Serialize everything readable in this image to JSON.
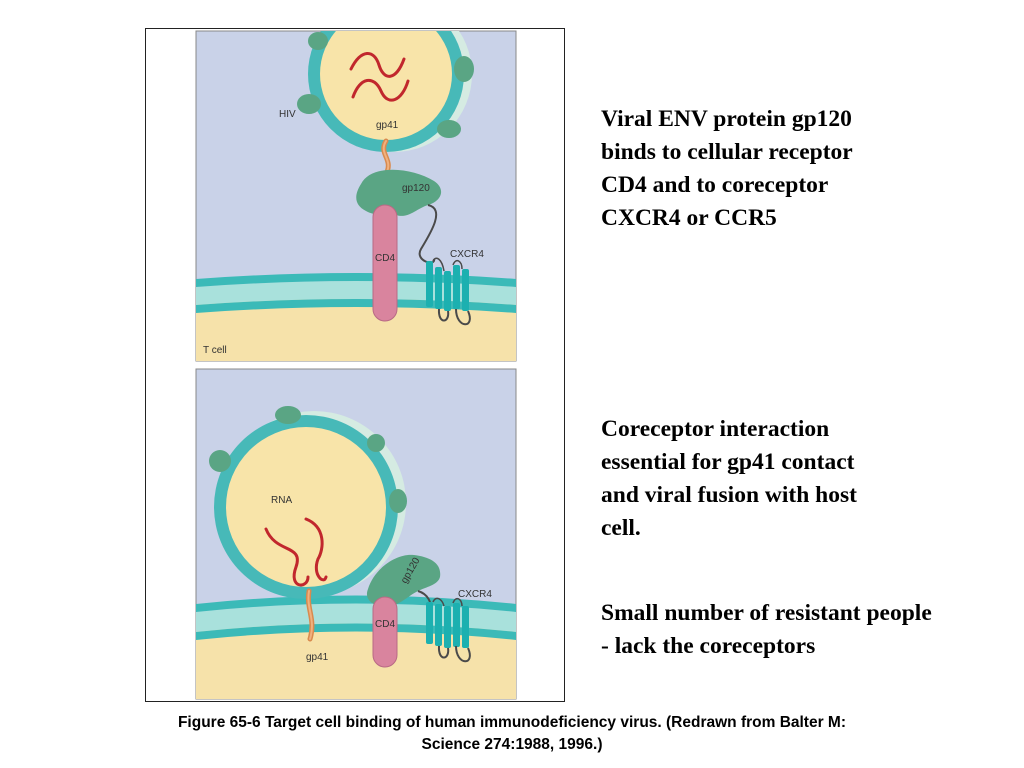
{
  "panel_top": {
    "labels": {
      "hiv": "HIV",
      "gp41": "gp41",
      "gp120": "gp120",
      "cd4": "CD4",
      "cxcr4": "CXCR4",
      "t_cell": "T cell"
    }
  },
  "panel_bottom": {
    "labels": {
      "rna": "RNA",
      "gp120": "gp120",
      "cd4": "CD4",
      "cxcr4": "CXCR4",
      "gp41": "gp41"
    }
  },
  "text": {
    "paragraph_1": "Viral ENV protein gp120\nbinds to cellular receptor\nCD4 and to coreceptor\nCXCR4 or CCR5",
    "paragraph_2": "Coreceptor interaction\nessential for gp41 contact\nand viral fusion with host\ncell.",
    "paragraph_3": "Small number of resistant people\n    - lack the coreceptors"
  },
  "caption": "Figure 65-6 Target cell binding of human immunodeficiency virus. (Redrawn from Balter M:\nScience 274:1988, 1996.)",
  "colors": {
    "panel_bg": "#c9d2e8",
    "cytoplasm": "#f6e2aa",
    "membrane_teal": "#3bbab8",
    "membrane_light": "#a9e1dc",
    "virus_shell": "#47b9b8",
    "virus_outer": "#d5ebe2",
    "virus_core": "#f8e4a9",
    "knob_green": "#5aa584",
    "rna_red": "#c1272d",
    "gp41_orange": "#d98a4e",
    "cd4_pink": "#d9849e",
    "cxcr4_teal": "#1cb0b0",
    "loop_grey": "#4a4a4a"
  }
}
